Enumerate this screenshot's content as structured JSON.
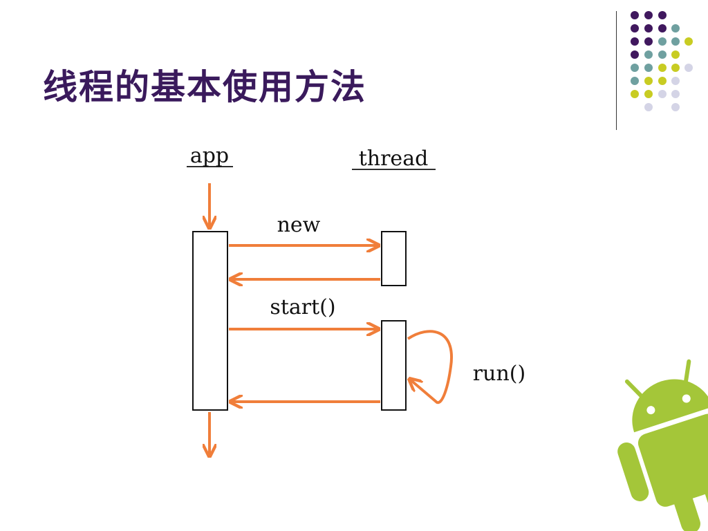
{
  "slide": {
    "title": "线程的基本使用方法"
  },
  "diagram": {
    "lifelines": [
      {
        "id": "app",
        "label": "app"
      },
      {
        "id": "thread",
        "label": "thread"
      }
    ],
    "messages": [
      {
        "id": "new",
        "label": "new"
      },
      {
        "id": "start",
        "label": "start()"
      },
      {
        "id": "run",
        "label": "run()"
      }
    ]
  },
  "colors": {
    "title": "#3a1a5c",
    "arrow": "#f07e3a",
    "dot_purple": "#40185e",
    "dot_teal": "#6fa0a0",
    "dot_yellow": "#c8cc22",
    "dot_lavender": "#d4d4e6",
    "android_green": "#a4c639"
  },
  "decoration": {
    "dot_pattern": "purple-teal-yellow-lavender dot grid",
    "android_icon": "android-robot-icon"
  }
}
